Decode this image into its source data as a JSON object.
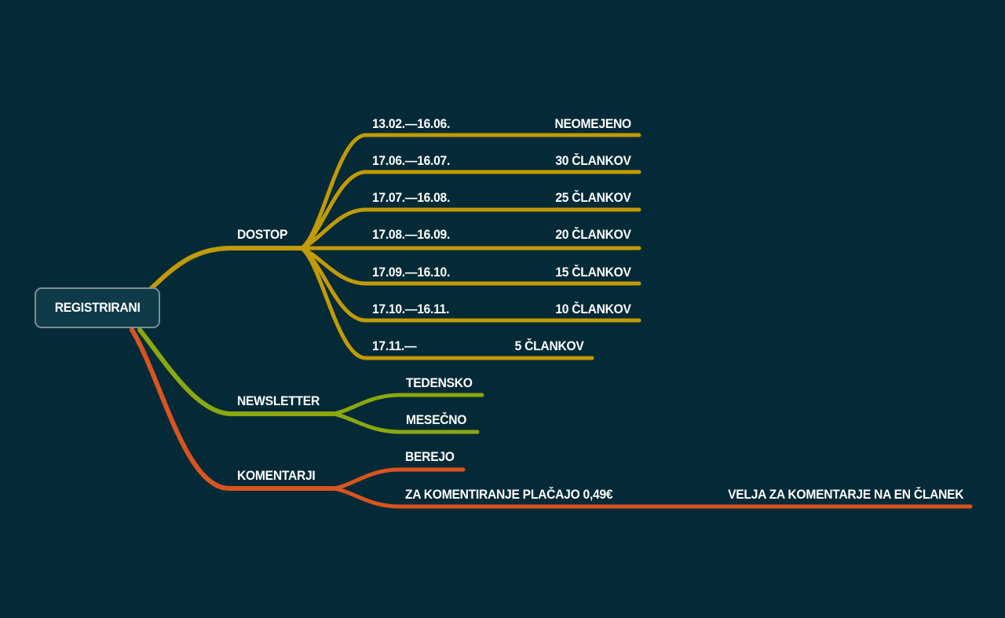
{
  "root": {
    "label": "REGISTRIRANI"
  },
  "colors": {
    "background": "#042a37",
    "dostop": "#c19a06",
    "newsletter": "#8ba70f",
    "komentarji": "#d9541f",
    "root_border": "#7d8f96",
    "root_fill": "#0f3a48"
  },
  "branches": {
    "dostop": {
      "label": "DOSTOP",
      "items": [
        {
          "period": "13.02.—16.06.",
          "value": "NEOMEJENO"
        },
        {
          "period": "17.06.—16.07.",
          "value": "30 ČLANKOV"
        },
        {
          "period": "17.07.—16.08.",
          "value": "25 ČLANKOV"
        },
        {
          "period": "17.08.—16.09.",
          "value": "20 ČLANKOV"
        },
        {
          "period": "17.09.—16.10.",
          "value": "15 ČLANKOV"
        },
        {
          "period": "17.10.—16.11.",
          "value": "10 ČLANKOV"
        },
        {
          "period": "17.11.—",
          "value": "5 ČLANKOV"
        }
      ]
    },
    "newsletter": {
      "label": "NEWSLETTER",
      "items": [
        {
          "label": "TEDENSKO"
        },
        {
          "label": "MESEČNO"
        }
      ]
    },
    "komentarji": {
      "label": "KOMENTARJI",
      "items": [
        {
          "label": "BEREJO"
        },
        {
          "label": "ZA KOMENTIRANJE PLAČAJO 0,49€",
          "note": "VELJA ZA KOMENTARJE NA EN ČLANEK"
        }
      ]
    }
  }
}
